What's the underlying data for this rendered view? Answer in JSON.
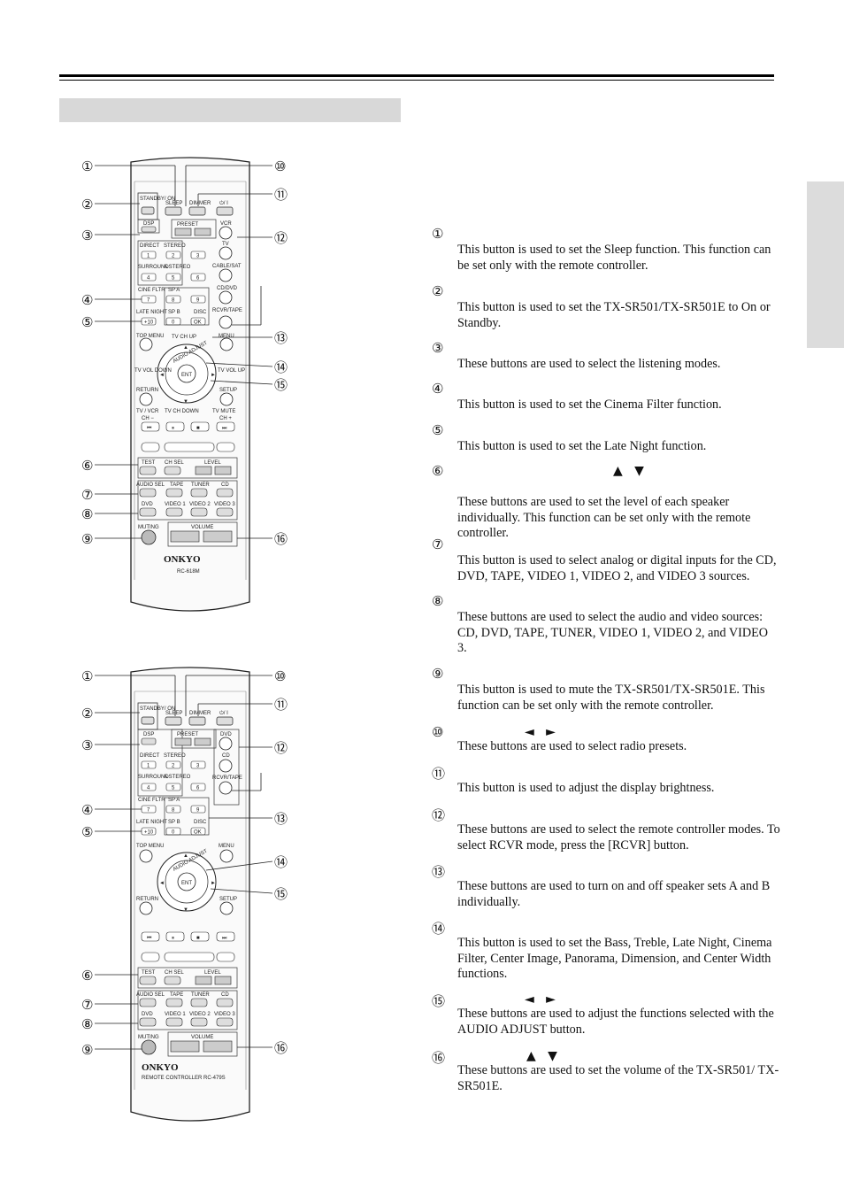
{
  "items": [
    {
      "num": "1",
      "arrows": "",
      "text": "This button is used to set the Sleep function. This function can be set only with the remote controller."
    },
    {
      "num": "2",
      "arrows": "",
      "text": "This button is used to set the TX-SR501/TX-SR501E to On or Standby."
    },
    {
      "num": "3",
      "arrows": "",
      "text": "These buttons are used to select the listening modes."
    },
    {
      "num": "4",
      "arrows": "",
      "text": "This button is used to set the Cinema Filter function."
    },
    {
      "num": "5",
      "arrows": "",
      "text": "This button is used to set the Late Night function."
    },
    {
      "num": "6",
      "arrows": "▲ ▼",
      "text": "These buttons are used to set the level of each speaker individually. This function can be set only with the remote controller."
    },
    {
      "num": "7",
      "arrows": "",
      "text": "This button is used to select analog or digital inputs for the CD, DVD, TAPE, VIDEO 1, VIDEO 2, and VIDEO 3 sources."
    },
    {
      "num": "8",
      "arrows": "",
      "text": "These buttons are used to select the audio and video sources: CD, DVD, TAPE, TUNER, VIDEO 1, VIDEO 2, and VIDEO 3."
    },
    {
      "num": "9",
      "arrows": "",
      "text": "This button is used to mute the TX-SR501/TX-SR501E. This function can be set only with the remote controller."
    },
    {
      "num": "10",
      "arrows": "◄ ►",
      "text": "These buttons are used to select radio presets."
    },
    {
      "num": "11",
      "arrows": "",
      "text": "This button is used to adjust the display brightness."
    },
    {
      "num": "12",
      "arrows": "",
      "text": "These buttons are used to select the remote controller modes. To select RCVR mode, press the [RCVR] button."
    },
    {
      "num": "13",
      "arrows": "",
      "text": "These buttons are used to turn on and off speaker sets A and B individually."
    },
    {
      "num": "14",
      "arrows": "",
      "text": "This button is used to set the Bass, Treble, Late Night, Cinema Filter, Center Image, Panorama, Dimension, and Center Width functions."
    },
    {
      "num": "15",
      "arrows": "◄ ►",
      "text": "These buttons are used to adjust the functions selected with the AUDIO ADJUST button."
    },
    {
      "num": "16",
      "arrows": "▲ ▼",
      "text": "These buttons are used to set the volume of the TX-SR501/ TX-SR501E."
    }
  ],
  "remote1": {
    "brand": "ONKYO",
    "model": "RC-618M",
    "labels": {
      "standby": "STANDBY/ ON",
      "sleep": "SLEEP",
      "dimmer": "DIMMER",
      "power": "⏻/ I",
      "dsp": "DSP",
      "preset": "PRESET",
      "vcr": "VCR",
      "tv": "TV",
      "cablesat": "CABLE/SAT",
      "cddvd": "CD/DVD",
      "rcvrtape": "RCVR/TAPE",
      "direct": "DIRECT",
      "stereo": "STEREO",
      "surround": "SURROUND",
      "astereo": "A.STEREO",
      "cinefltr": "CINE FLTR",
      "spa": "SP A",
      "latenight": "LATE NIGHT",
      "spb": "SP B",
      "disc": "DISC",
      "ok": "OK",
      "plus10": "+10",
      "topmenu": "TOP MENU",
      "tvchup": "TV CH UP",
      "menu": "MENU",
      "tvvoldown": "TV VOL DOWN",
      "tvvolup": "TV VOL UP",
      "ent": "ENT",
      "audioadjust": "AUDIO ADJUST",
      "return": "RETURN",
      "setup": "SETUP",
      "tvvcr": "TV / VCR",
      "tvchdown": "TV CH DOWN",
      "tvmute": "TV MUTE",
      "chminus": "CH −",
      "chplus": "CH +",
      "test": "TEST",
      "chsel": "CH SEL",
      "level": "LEVEL",
      "audiosel": "AUDIO SEL",
      "tape": "TAPE",
      "tuner": "TUNER",
      "cd": "CD",
      "dvd": "DVD",
      "video1": "VIDEO 1",
      "video2": "VIDEO 2",
      "video3": "VIDEO 3",
      "muting": "MUTING",
      "volume": "VOLUME"
    }
  },
  "remote2": {
    "brand": "ONKYO",
    "model": "REMOTE CONTROLLER  RC-479S",
    "labels": {
      "dvd": "DVD",
      "cd": "CD",
      "rcvrtape": "RCVR/TAPE"
    }
  },
  "numbers": [
    "1",
    "2",
    "3",
    "4",
    "5",
    "6",
    "7",
    "8",
    "9",
    "10",
    "11",
    "12",
    "13",
    "14",
    "15",
    "16"
  ],
  "nums": [
    "1",
    "2",
    "3",
    "4",
    "5",
    "6",
    "7",
    "8",
    "9",
    "0"
  ]
}
